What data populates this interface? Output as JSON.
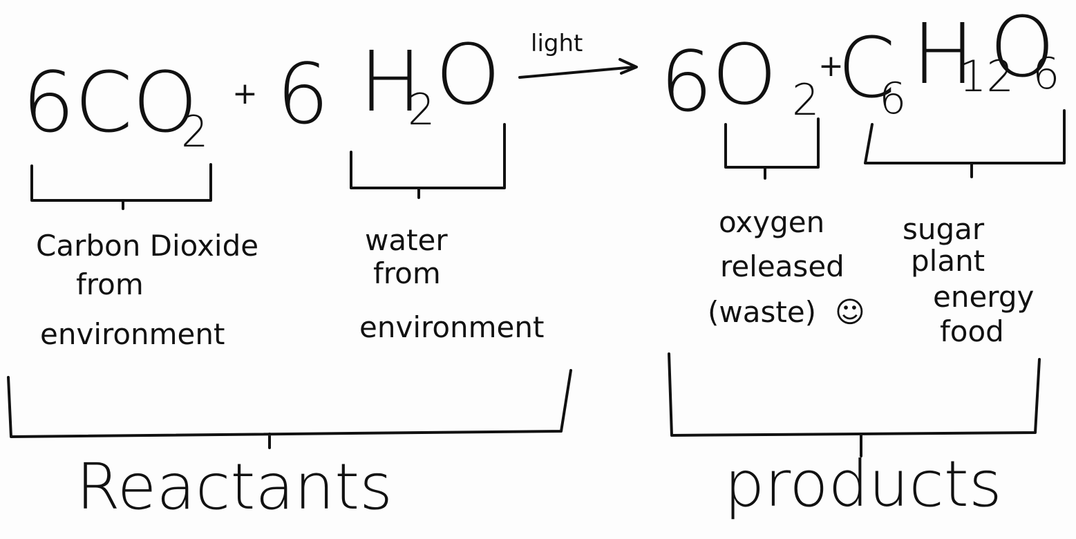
{
  "equation": {
    "reactant1": {
      "coef": "6",
      "formula": "CO",
      "sub": "2"
    },
    "plus1": "+",
    "reactant2": {
      "coef": "6",
      "formula_a": "H",
      "sub": "2",
      "formula_b": "O"
    },
    "arrow_label": "light",
    "product1": {
      "coef": "6",
      "formula": "O",
      "sub": "2"
    },
    "plus2": "+",
    "product2": {
      "c": "C",
      "c_sub": "6",
      "h": "H",
      "h_sub": "12",
      "o": "O",
      "o_sub": "6"
    }
  },
  "labels": {
    "co2": [
      "Carbon Dioxide",
      "from",
      "environment"
    ],
    "h2o": [
      "water",
      "from",
      "environment"
    ],
    "o2": [
      "oxygen",
      "released",
      "(waste)",
      "☺"
    ],
    "sugar": [
      "sugar",
      "plant",
      "energy",
      "food"
    ]
  },
  "groups": {
    "reactants": "Reactants",
    "products": "products"
  }
}
